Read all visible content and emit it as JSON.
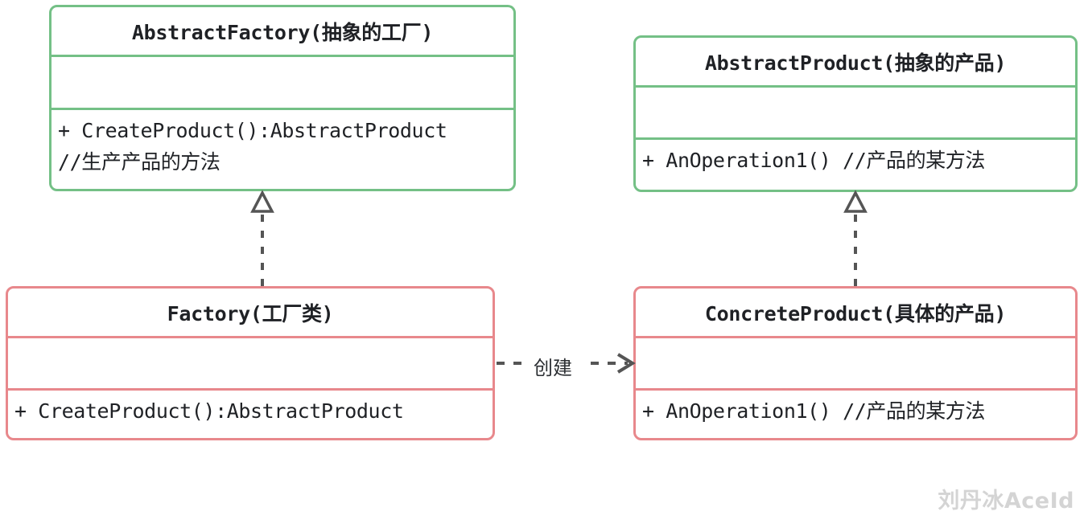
{
  "diagram": {
    "title": "Abstract Factory Pattern UML Class Diagram",
    "background_color": "#ffffff",
    "colors": {
      "abstract_border": "#74c086",
      "concrete_border": "#e8888c",
      "text": "#1f2125",
      "connector": "#555555",
      "watermark": "#d4d4d4"
    }
  },
  "classes": {
    "abstract_factory": {
      "name": "AbstractFactory(抽象的工厂)",
      "attributes": "",
      "operations": "+ CreateProduct():AbstractProduct\n//生产产品的方法",
      "stereotype": "abstract"
    },
    "abstract_product": {
      "name": "AbstractProduct(抽象的产品)",
      "attributes": "",
      "operations": "+ AnOperation1() //产品的某方法",
      "stereotype": "abstract"
    },
    "factory": {
      "name": "Factory(工厂类)",
      "attributes": "",
      "operations": "+ CreateProduct():AbstractProduct",
      "stereotype": "concrete"
    },
    "concrete_product": {
      "name": "ConcreteProduct(具体的产品)",
      "attributes": "",
      "operations": "+ AnOperation1() //产品的某方法",
      "stereotype": "concrete"
    }
  },
  "relationships": [
    {
      "id": "factory-implements-abstract-factory",
      "type": "realization",
      "from": "factory",
      "to": "abstract_factory",
      "line": "dashed",
      "arrow": "hollow-triangle",
      "label": ""
    },
    {
      "id": "concrete-product-implements-abstract-product",
      "type": "realization",
      "from": "concrete_product",
      "to": "abstract_product",
      "line": "dashed",
      "arrow": "hollow-triangle",
      "label": ""
    },
    {
      "id": "factory-creates-concrete-product",
      "type": "dependency",
      "from": "factory",
      "to": "concrete_product",
      "line": "dashed",
      "arrow": "open",
      "label": "创建"
    }
  ],
  "watermark": {
    "text": "刘丹冰AceId"
  }
}
